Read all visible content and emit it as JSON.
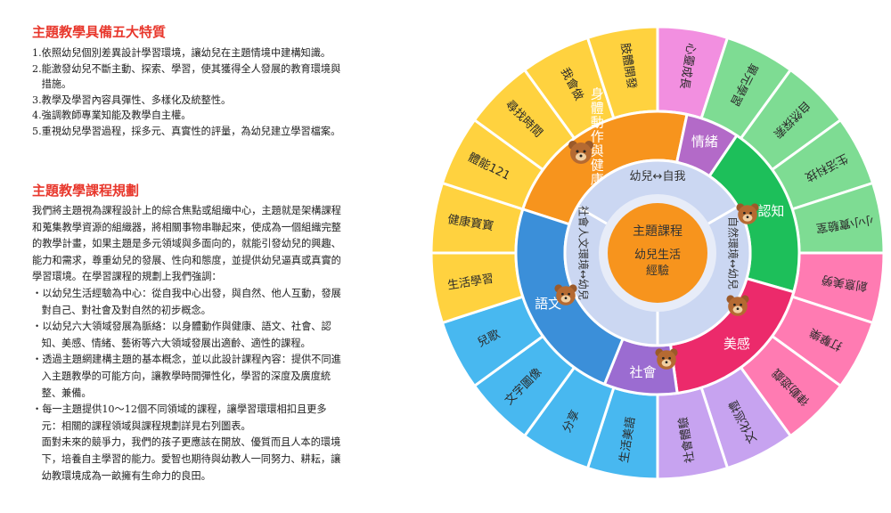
{
  "features": {
    "title": "主題教學具備五大特質",
    "items": [
      "1.依照幼兒個別差異設計學習環境，讓幼兒在主題情境中建構知識。",
      "2.能激發幼兒不斷主動、探索、學習，使其獲得全人發展的教育環境與",
      "   措施。",
      "3.教學及學習內容具彈性、多樣化及統整性。",
      "4.強調教師專業知能及教學自主權。",
      "5.重視幼兒學習過程，採多元、真實性的評量，為幼兒建立學習檔案。"
    ]
  },
  "planning": {
    "title": "主題教學課程規劃",
    "lines": [
      "我們將主題視為課程設計上的綜合焦點或組織中心，主題就是架構課程",
      "和蒐集教學資源的組織器，將相關事物串聯起來，使成為一個組織完整",
      "的教學計畫，如果主題是多元領域與多面向的，就能引發幼兒的興趣、",
      "能力和需求，尊重幼兒的發展、性向和態度，並提供幼兒逼真或真實的",
      "學習環境。在學習課程的規劃上我們強調：",
      "・以幼兒生活經驗為中心：從自我中心出發，與自然、他人互動，發展",
      "   對自己、對社會及對自然的初步概念。",
      "・以幼兒六大領域發展為脈絡：以身體動作與健康、語文、社會、認",
      "   知、美感、情緒、藝術等六大領域發展出適齡、適性的課程。",
      "・透過主題網建構主題的基本概念，並以此設計課程內容：提供不同進",
      "   入主題教學的可能方向，讓教學時間彈性化，學習的深度及廣度統",
      "   整、兼備。",
      "・每一主題提供10～12個不同領域的課程，讓學習環環相扣且更多",
      "   元：相關的課程領域與課程規劃詳見右列圖表。",
      "   面對未來的競爭力，我們的孩子更應該在開放、優質而且人本的環境",
      "   下，培養自主學習的能力。愛智也期待與幼教人一同努力、耕耘，讓",
      "   幼教環境成為一畝擁有生命力的良田。"
    ]
  },
  "wheel": {
    "center_title": "主題課程",
    "center_sub": [
      "幼兒生活",
      "經驗"
    ],
    "inner_labels": [
      "幼兒↔自我",
      "自然環境↔幼兒",
      "社會人文環境↔幼兒"
    ],
    "domains": [
      {
        "label": "身體動作與健康",
        "color": "#f7941d"
      },
      {
        "label": "情緒",
        "color": "#b36ac8"
      },
      {
        "label": "認知",
        "color": "#1dbf5a"
      },
      {
        "label": "美感",
        "color": "#ec2a6b"
      },
      {
        "label": "社會",
        "color": "#9b6cd1"
      },
      {
        "label": "語文",
        "color": "#3b8fd9"
      }
    ],
    "outer": [
      {
        "label": "我會做",
        "color": "#ffd23f"
      },
      {
        "label": "肢體開發",
        "color": "#ffd23f"
      },
      {
        "label": "心靈成長",
        "color": "#f28fe0"
      },
      {
        "label": "單元學習",
        "color": "#7edc93"
      },
      {
        "label": "自然探索",
        "color": "#7edc93"
      },
      {
        "label": "生活科技",
        "color": "#7edc93"
      },
      {
        "label": "小小實驗室",
        "color": "#7edc93"
      },
      {
        "label": "創意美勞",
        "color": "#ff7bb2"
      },
      {
        "label": "打擊樂",
        "color": "#ff7bb2"
      },
      {
        "label": "律動遊戲",
        "color": "#ff7bb2"
      },
      {
        "label": "文化巡禮",
        "color": "#c7a3f0"
      },
      {
        "label": "社會體驗",
        "color": "#c7a3f0"
      },
      {
        "label": "生活美語",
        "color": "#48b8f0"
      },
      {
        "label": "分享",
        "color": "#48b8f0"
      },
      {
        "label": "文字圖像",
        "color": "#48b8f0"
      },
      {
        "label": "兒歌",
        "color": "#48b8f0"
      },
      {
        "label": "生活學習",
        "color": "#ffd23f"
      },
      {
        "label": "健康寶寶",
        "color": "#ffd23f"
      },
      {
        "label": "體能121",
        "color": "#ffd23f"
      },
      {
        "label": "尋找時間",
        "color": "#ffd23f"
      }
    ],
    "colors": {
      "inner_disc": "#cbd7f2",
      "center": "#f7941d",
      "center_ring": "#e7ecf8",
      "dividers": "#ffffff"
    }
  }
}
